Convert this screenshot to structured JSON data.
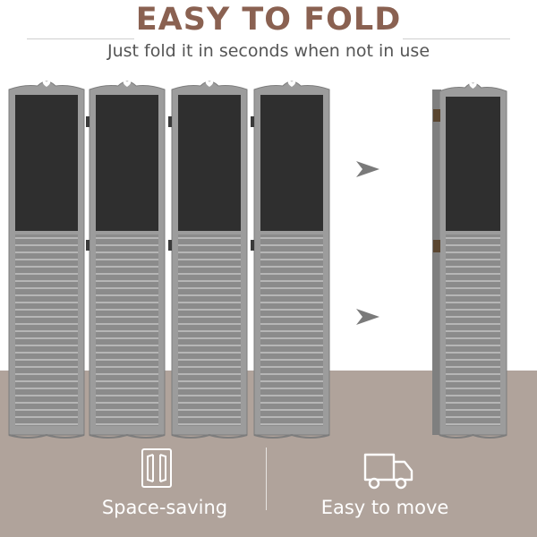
{
  "header": {
    "title": "EASY TO FOLD",
    "subtitle": "Just fold it in seconds when not in use"
  },
  "features": [
    {
      "label": "Space-saving",
      "icon": "folded-panels-icon"
    },
    {
      "label": "Easy to move",
      "icon": "delivery-truck-icon"
    }
  ],
  "colors": {
    "title": "#8a6151",
    "subtitle": "#555555",
    "floor": "#b0a39b",
    "frame": "#9c9c9c",
    "louver": "#8b8b8b",
    "chalkboard": "#2f2f2f",
    "arrow": "#7a7a7a",
    "feature_text": "#ffffff"
  }
}
